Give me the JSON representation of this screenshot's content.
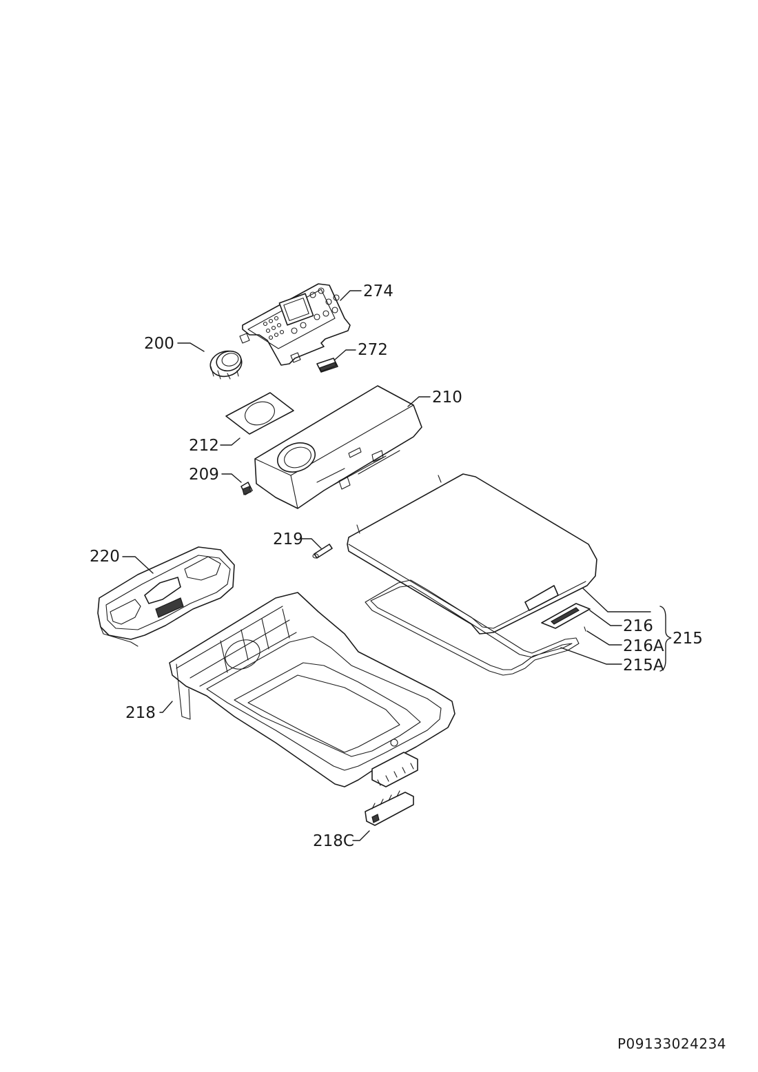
{
  "diagram": {
    "document_code": "P09133024234",
    "parts": [
      {
        "id": "274",
        "label": "274"
      },
      {
        "id": "200",
        "label": "200"
      },
      {
        "id": "272",
        "label": "272"
      },
      {
        "id": "210",
        "label": "210"
      },
      {
        "id": "212",
        "label": "212"
      },
      {
        "id": "209",
        "label": "209"
      },
      {
        "id": "219",
        "label": "219"
      },
      {
        "id": "220",
        "label": "220"
      },
      {
        "id": "216",
        "label": "216"
      },
      {
        "id": "216A",
        "label": "216A"
      },
      {
        "id": "215A",
        "label": "215A"
      },
      {
        "id": "215",
        "label": "215"
      },
      {
        "id": "218",
        "label": "218"
      },
      {
        "id": "218C",
        "label": "218C"
      }
    ]
  }
}
